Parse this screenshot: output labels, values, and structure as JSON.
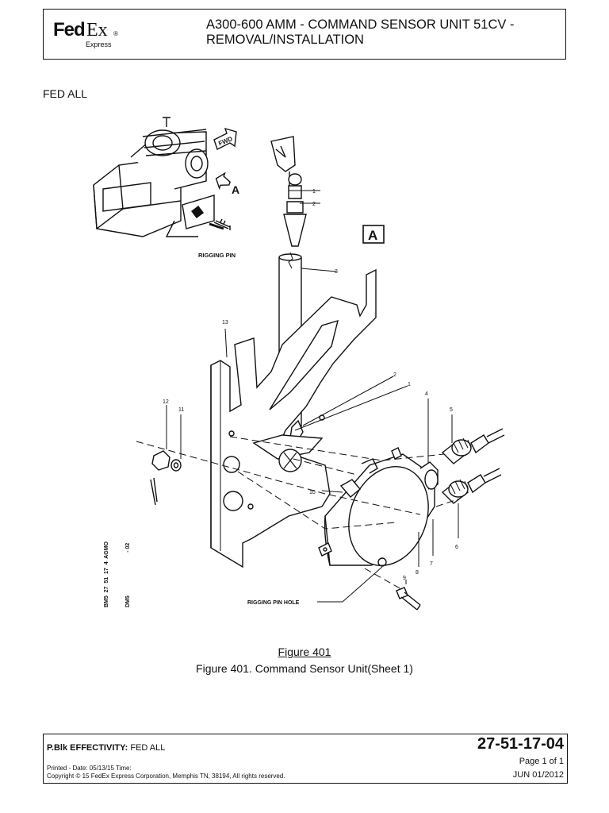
{
  "header": {
    "logo_fed": "Fed",
    "logo_ex": "Ex",
    "logo_reg": "®",
    "logo_sub": "Express",
    "title_line1": "A300-600 AMM - COMMAND SENSOR UNIT 51CV -",
    "title_line2": "REMOVAL/INSTALLATION"
  },
  "effectivity_top": "FED ALL",
  "figure": {
    "labels": {
      "fwd": "FWD",
      "view_a_arrow": "A",
      "view_a_box": "A",
      "rigging_pin": "RIGGING PIN",
      "rigging_pin_hole": "RIGGING PIN HOLE",
      "item_1_top": "1",
      "item_2_top": "2",
      "item_3": "3",
      "item_13": "13",
      "item_2_mid": "2",
      "item_1_mid": "1",
      "item_4": "4",
      "item_5": "5",
      "item_12": "12",
      "item_11": "11",
      "item_10": "10",
      "item_6": "6",
      "item_7": "7",
      "item_8": "8",
      "item_9": "9"
    },
    "side_code_line1": "BM5  27  51  17  4  AGMO",
    "side_code_line2": "DM5                            - 02",
    "title": "Figure 401",
    "caption": "Figure 401. Command Sensor Unit(Sheet 1)"
  },
  "footer": {
    "effectivity_label": "P.Blk EFFECTIVITY:",
    "effectivity_value": "FED ALL",
    "printed_line": "Printed - Date: 05/13/15 Time:",
    "copyright_line": "Copyright © 15 FedEx Express Corporation, Memphis TN, 38194, All rights reserved.",
    "doc_number": "27-51-17-04",
    "page": "Page 1 of 1",
    "date": "JUN 01/2012"
  }
}
